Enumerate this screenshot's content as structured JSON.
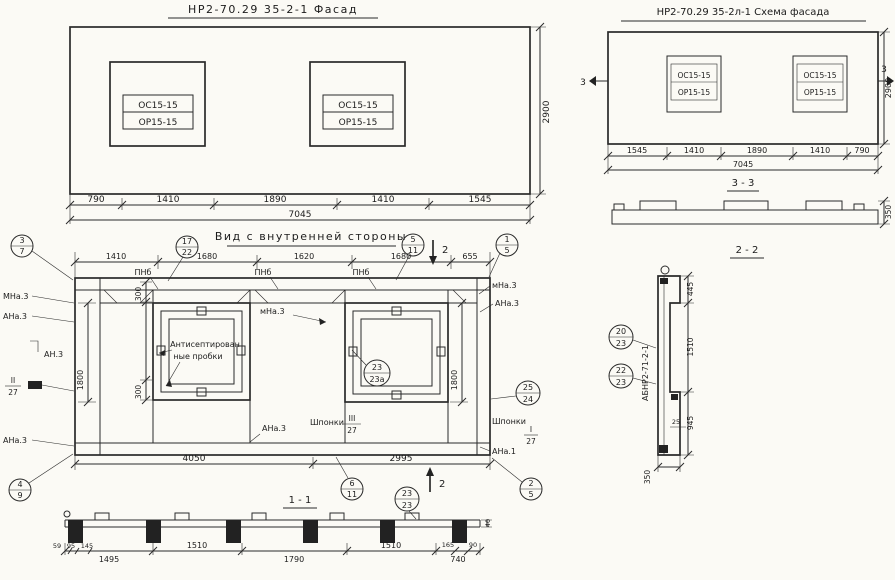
{
  "facade": {
    "title": "НР2-70.29 35-2-1 Фасад",
    "win_top": "ОС15-15",
    "win_bot": "ОР15-15",
    "dim_height": "2900",
    "dims_bottom": [
      "790",
      "1410",
      "1890",
      "1410",
      "1545"
    ],
    "dim_total": "7045"
  },
  "schema": {
    "title": "НР2-70.29 35-2л-1 Схема фасада",
    "win_top": "ОС15-15",
    "win_bot": "ОР15-15",
    "mark": "3",
    "dim_height": "2900",
    "dims_bottom": [
      "1545",
      "1410",
      "1890",
      "1410",
      "790"
    ],
    "dim_total": "7045",
    "section_label": "3 - 3",
    "dim_350": "350"
  },
  "interior": {
    "title": "Вид с внутренней стороны",
    "dims_top": [
      "1410",
      "1680",
      "1620",
      "1680",
      "655"
    ],
    "pnb": "ПНб",
    "mna3": "МНа.3",
    "ana3": "АНа.3",
    "an3": "АН.3",
    "mna3_small": "мНа.3",
    "ana1": "АНа.1",
    "note1": "Антисептирован",
    "note2": "ные пробки",
    "shponki": "Шпонки",
    "dim_300": "300",
    "dim_1800": "1800",
    "dims_bottom": [
      "4050",
      "2995"
    ],
    "mark2": "2",
    "section_label": "1 - 1",
    "callouts": {
      "c37": [
        "3",
        "7"
      ],
      "c1722": [
        "17",
        "22"
      ],
      "c511": [
        "5",
        "11"
      ],
      "c15": [
        "1",
        "5"
      ],
      "c2323a": [
        "23",
        "23а"
      ],
      "c2524": [
        "25",
        "24"
      ],
      "c611": [
        "6",
        "11"
      ],
      "c2323": [
        "23",
        "23"
      ],
      "c25": [
        "2",
        "5"
      ],
      "c49": [
        "4",
        "9"
      ]
    },
    "fractions": {
      "f1": [
        "I",
        "27"
      ],
      "f2": [
        "II",
        "27"
      ],
      "f3": [
        "III",
        "27"
      ]
    }
  },
  "section11": {
    "small_dims": [
      "59",
      "95",
      "145"
    ],
    "dims": [
      "1495",
      "1510",
      "1790",
      "1510",
      "740"
    ],
    "dim_165": "165",
    "dim_90": "90",
    "dim_40": "40"
  },
  "section22": {
    "label": "2 - 2",
    "c2023": [
      "20",
      "23"
    ],
    "c2223": [
      "22",
      "23"
    ],
    "stamp": "АБНР2-71-2-1",
    "dims": [
      "445",
      "1510",
      "945"
    ],
    "dim_25": "25",
    "dim_350": "350"
  }
}
